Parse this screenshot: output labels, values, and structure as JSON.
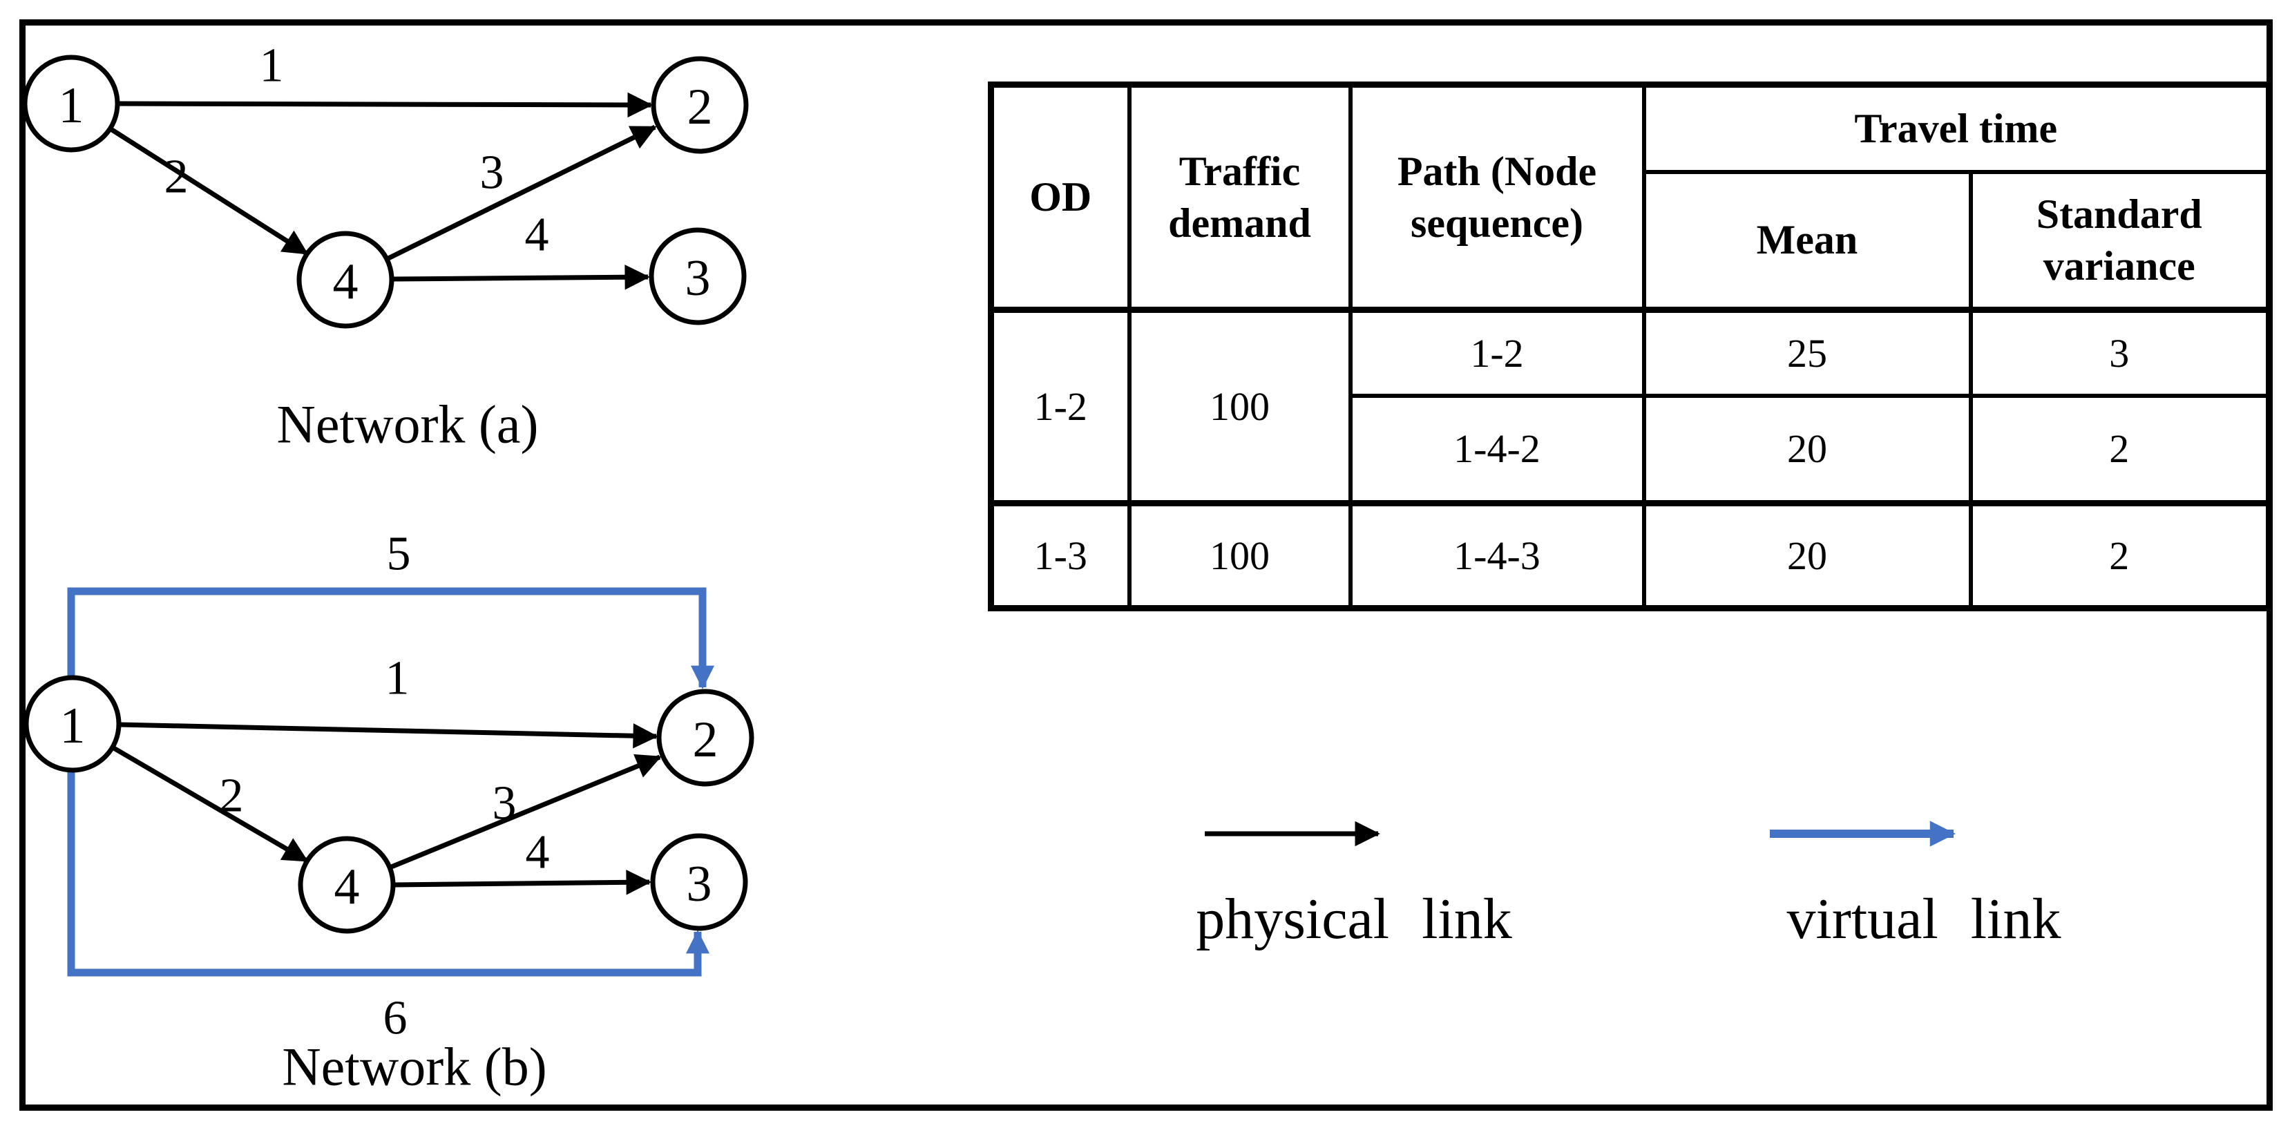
{
  "figure": {
    "type": "network-comparison-figure",
    "background": "#ffffff",
    "border_color": "#000000"
  },
  "colors": {
    "physical_link": "#000000",
    "virtual_link": "#4472C4",
    "node_fill": "#ffffff",
    "node_stroke": "#000000"
  },
  "network_a": {
    "caption": "Network (a)",
    "nodes": [
      "1",
      "2",
      "4",
      "3"
    ],
    "link_labels": [
      "1",
      "2",
      "3",
      "4"
    ],
    "links": [
      {
        "id": "1",
        "from": "1",
        "to": "2",
        "type": "physical"
      },
      {
        "id": "2",
        "from": "1",
        "to": "4",
        "type": "physical"
      },
      {
        "id": "3",
        "from": "4",
        "to": "2",
        "type": "physical"
      },
      {
        "id": "4",
        "from": "4",
        "to": "3",
        "type": "physical"
      }
    ]
  },
  "network_b": {
    "caption": "Network (b)",
    "nodes": [
      "1",
      "2",
      "4",
      "3"
    ],
    "link_labels": [
      "1",
      "2",
      "3",
      "4",
      "5",
      "6"
    ],
    "links": [
      {
        "id": "1",
        "from": "1",
        "to": "2",
        "type": "physical"
      },
      {
        "id": "2",
        "from": "1",
        "to": "4",
        "type": "physical"
      },
      {
        "id": "3",
        "from": "4",
        "to": "2",
        "type": "physical"
      },
      {
        "id": "4",
        "from": "4",
        "to": "3",
        "type": "physical"
      },
      {
        "id": "5",
        "from": "1",
        "to": "2",
        "type": "virtual"
      },
      {
        "id": "6",
        "from": "1",
        "to": "3",
        "type": "virtual"
      }
    ]
  },
  "table": {
    "headers": {
      "od": "OD",
      "traffic_demand": "Traffic demand",
      "path": "Path (Node sequence)",
      "travel_time": "Travel time",
      "mean": "Mean",
      "standard_variance": "Standard variance"
    },
    "rows": [
      {
        "od": "1-2",
        "traffic_demand": "100",
        "path": "1-2",
        "mean": "25",
        "standard_variance": "3"
      },
      {
        "od": "1-2",
        "traffic_demand": "100",
        "path": "1-4-2",
        "mean": "20",
        "standard_variance": "2"
      },
      {
        "od": "1-3",
        "traffic_demand": "100",
        "path": "1-4-3",
        "mean": "20",
        "standard_variance": "2"
      }
    ]
  },
  "legend": {
    "physical_label": "physical link",
    "virtual_label": "virtual link",
    "physical_arrow_icon": "black-right-arrow",
    "virtual_arrow_icon": "blue-right-arrow"
  }
}
